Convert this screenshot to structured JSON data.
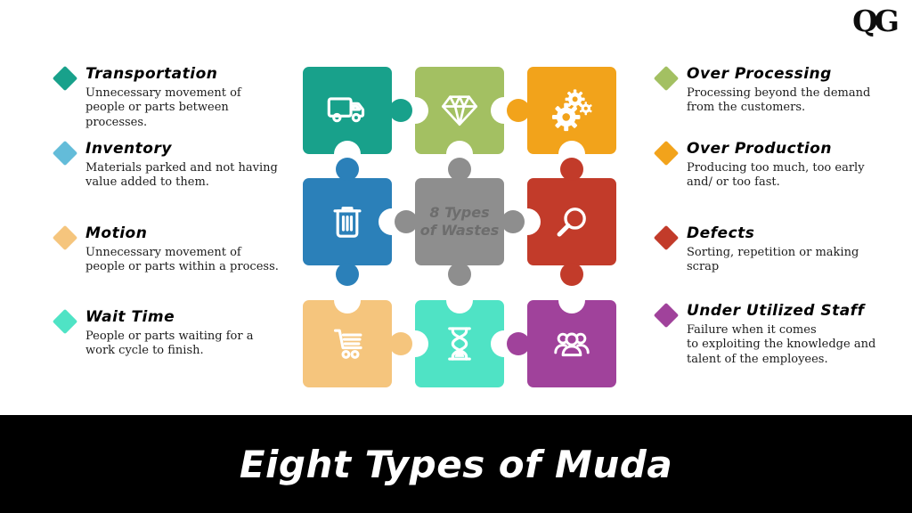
{
  "logo": {
    "text": "QG"
  },
  "footer": {
    "title": "Eight Types of Muda",
    "bg": "#000000"
  },
  "left_items": [
    {
      "title": "Transportation",
      "desc": "Unnecessary movement of\npeople or parts between\nprocesses.",
      "color": "#18a18b"
    },
    {
      "title": "Inventory",
      "desc": "Materials parked and not having\nvalue added to them.",
      "color": "#63bcd9"
    },
    {
      "title": "Motion",
      "desc": "Unnecessary movement of\npeople or parts within a process.",
      "color": "#f5c57d"
    },
    {
      "title": "Wait Time",
      "desc": "People or parts waiting for a\nwork cycle to finish.",
      "color": "#4fe3c5"
    }
  ],
  "right_items": [
    {
      "title": "Over Processing",
      "desc": "Processing beyond the demand\nfrom the customers.",
      "color": "#a3c062"
    },
    {
      "title": "Over Production",
      "desc": "Producing too much, too early\nand/ or too fast.",
      "color": "#f2a31b"
    },
    {
      "title": "Defects",
      "desc": "Sorting, repetition or making\nscrap",
      "color": "#c23b2a"
    },
    {
      "title": "Under Utilized Staff",
      "desc": "Failure when it comes\nto exploiting the knowledge and\ntalent of the employees.",
      "color": "#a0429b"
    }
  ],
  "puzzle": {
    "pieces": [
      {
        "icon": "truck-icon",
        "color": "#18a18b"
      },
      {
        "icon": "gem-icon",
        "color": "#a3c062"
      },
      {
        "icon": "gears-icon",
        "color": "#f2a31b"
      },
      {
        "icon": "trash-icon",
        "color": "#2b80b9"
      },
      {
        "icon": "center-text",
        "color": "#8e8e8e",
        "text": "8 Types\nof Wastes",
        "text_color": "#6d6d6d"
      },
      {
        "icon": "magnifier-icon",
        "color": "#c23b2a"
      },
      {
        "icon": "cart-icon",
        "color": "#f5c57d"
      },
      {
        "icon": "hourglass-icon",
        "color": "#4fe3c5"
      },
      {
        "icon": "people-icon",
        "color": "#a0429b"
      }
    ]
  }
}
